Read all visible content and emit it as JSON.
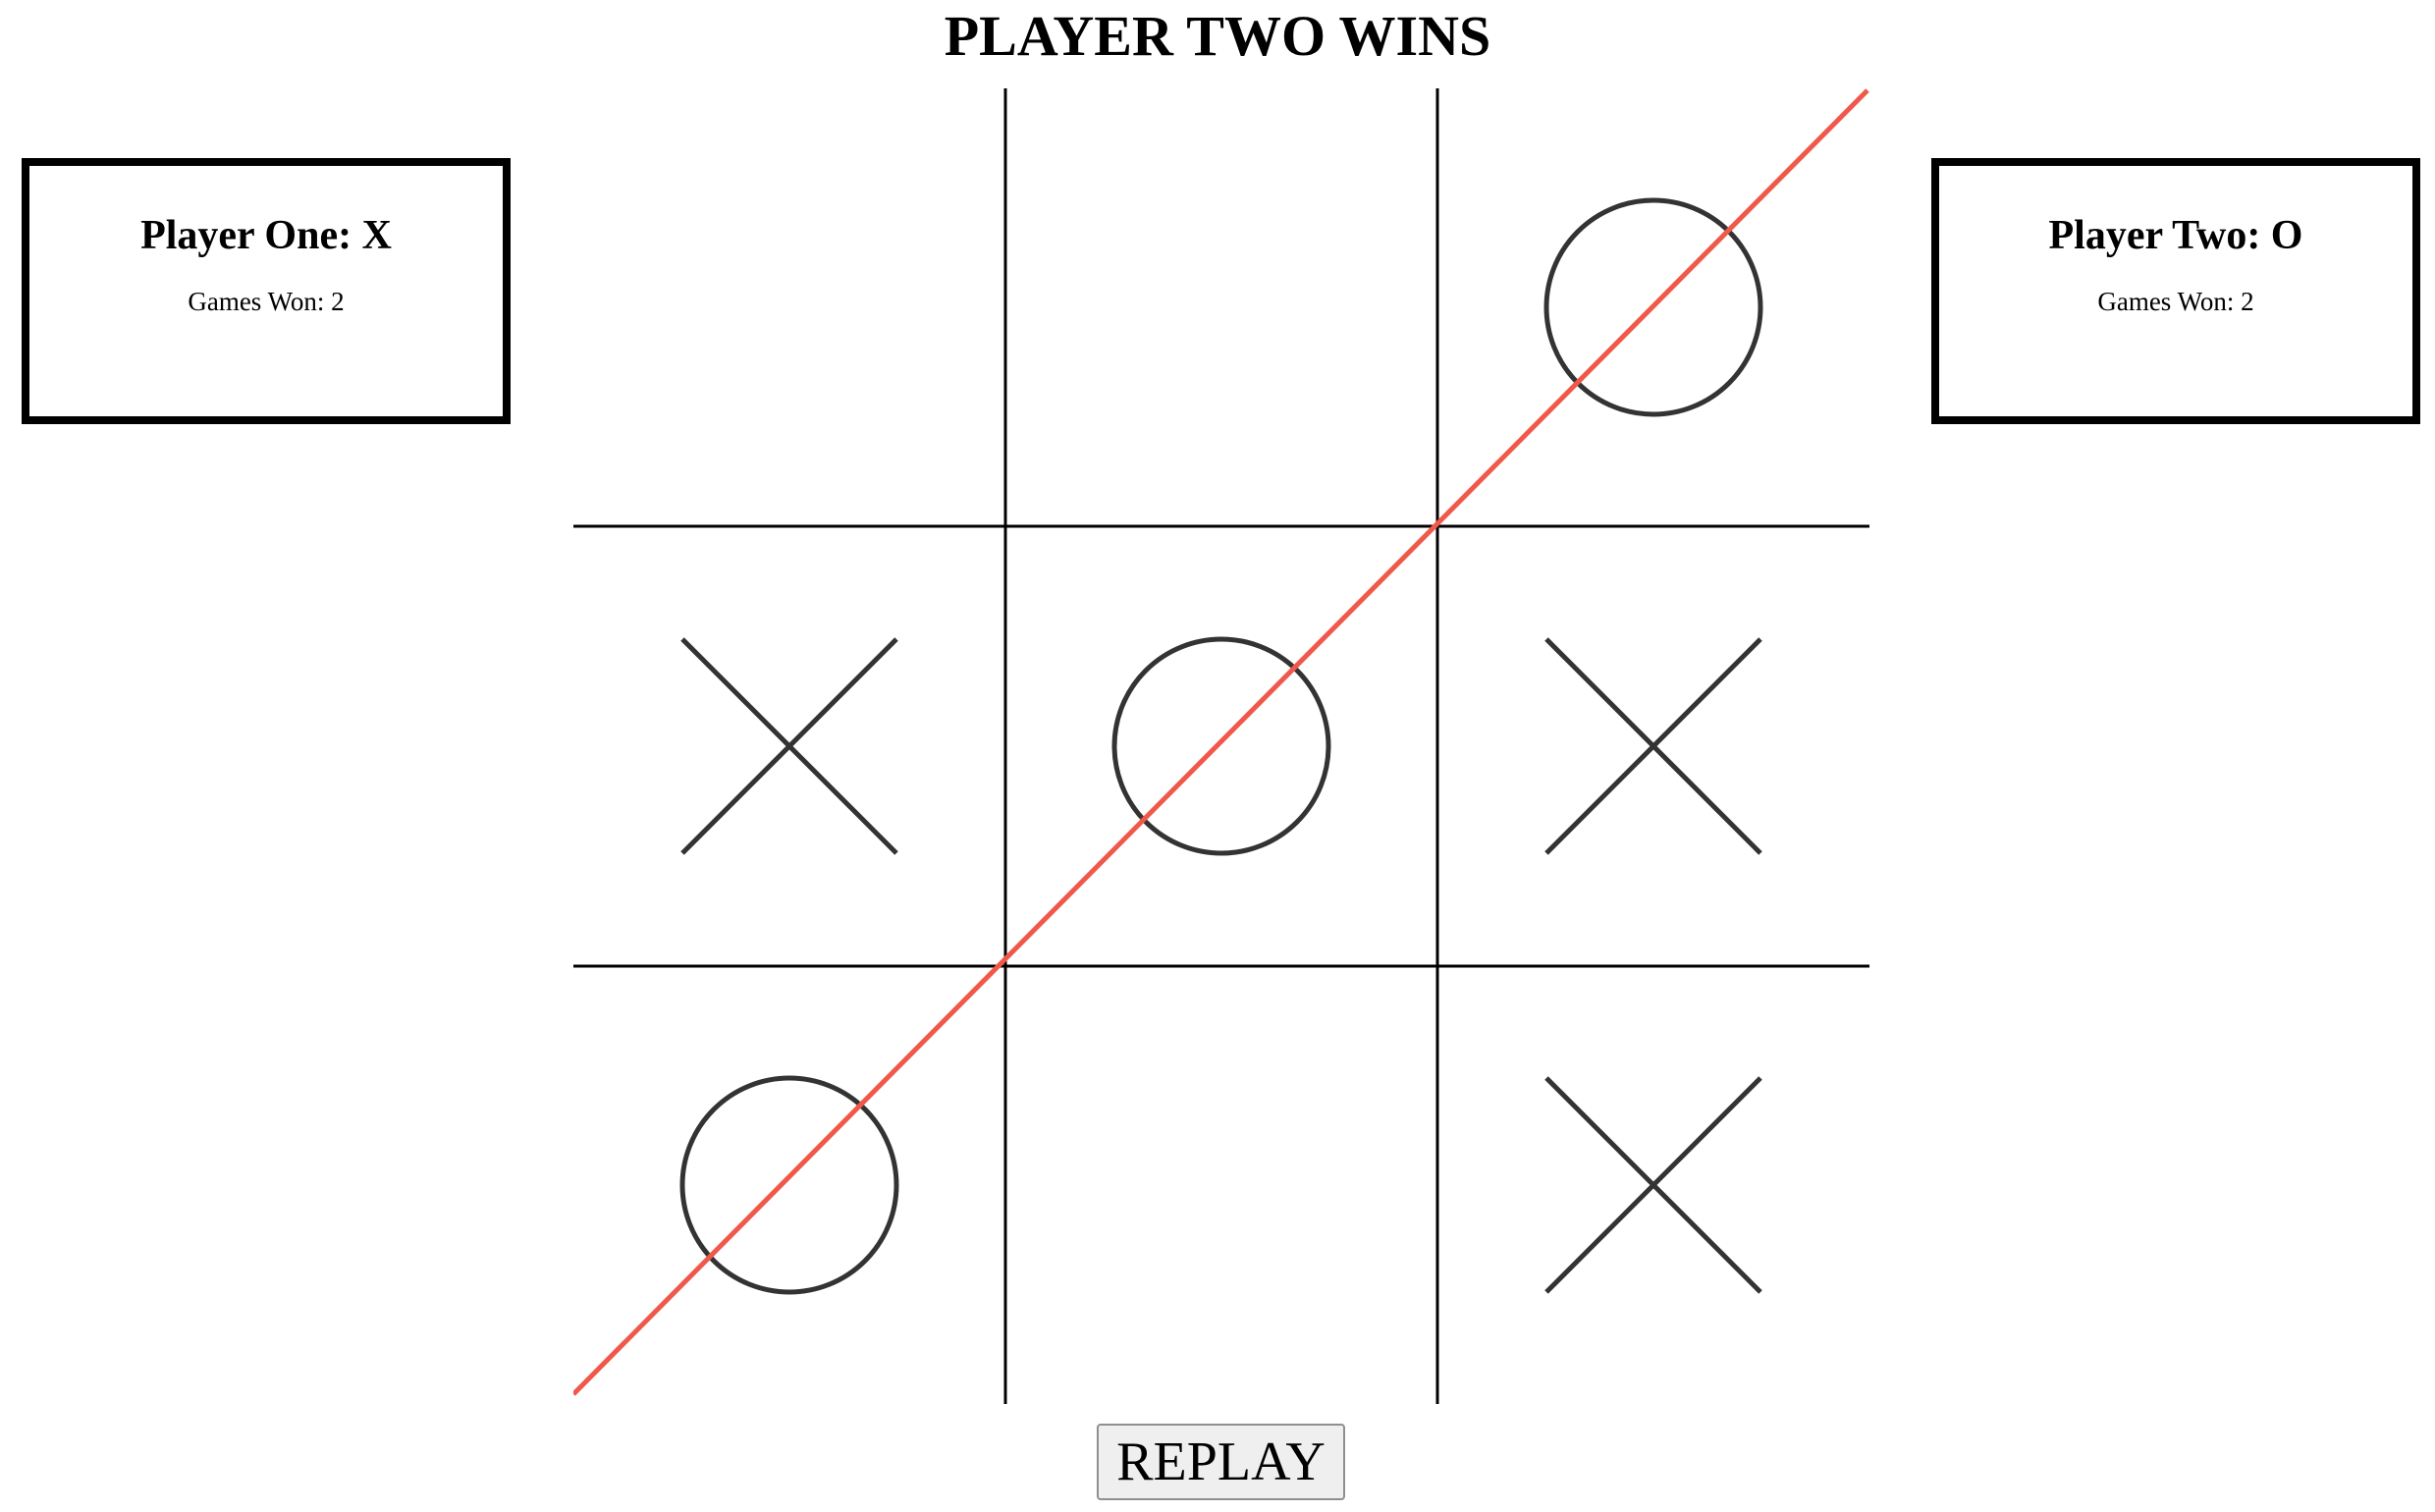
{
  "status": {
    "title": "PLAYER TWO WINS"
  },
  "players": [
    {
      "name": "Player One: X",
      "score": "Games Won: 2"
    },
    {
      "name": "Player Two: O",
      "score": "Games Won: 2"
    }
  ],
  "board": {
    "cells": [
      [
        "",
        "",
        "O"
      ],
      [
        "X",
        "O",
        "X"
      ],
      [
        "O",
        "",
        "X"
      ]
    ],
    "winning_line": {
      "from": [
        2,
        0
      ],
      "to": [
        0,
        2
      ]
    },
    "colors": {
      "grid": "#000000",
      "mark": "#333333",
      "winning_line": "#f0584a"
    }
  },
  "replay_button": {
    "label": "REPLAY"
  }
}
